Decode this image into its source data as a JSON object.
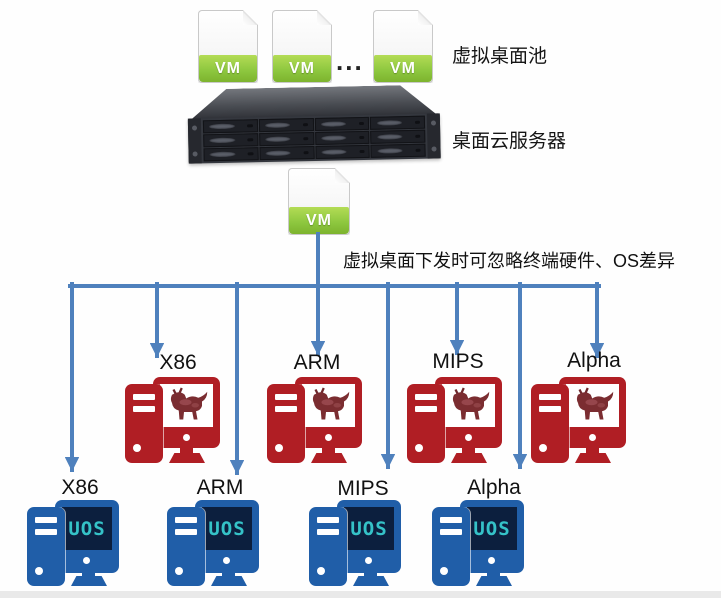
{
  "pool": {
    "label": "虚拟桌面池",
    "vm_badge": "VM",
    "ellipsis": "..."
  },
  "server": {
    "label": "桌面云服务器"
  },
  "distribution": {
    "vm_badge": "VM",
    "annotation": "虚拟桌面下发时可忽略终端硬件、OS差异"
  },
  "red_terminals": [
    {
      "label": "X86"
    },
    {
      "label": "ARM"
    },
    {
      "label": "MIPS"
    },
    {
      "label": "Alpha"
    }
  ],
  "blue_terminals": [
    {
      "label": "X86",
      "os": "UOS"
    },
    {
      "label": "ARM",
      "os": "UOS"
    },
    {
      "label": "MIPS",
      "os": "UOS"
    },
    {
      "label": "Alpha",
      "os": "UOS"
    }
  ],
  "colors": {
    "arrow_blue": "#4f81bd",
    "vm_green": "#8cc63e",
    "terminal_red": "#b01e24",
    "terminal_blue": "#205ea8",
    "screen_navy": "#0c1f3e",
    "uos_teal": "#35c2c8"
  }
}
